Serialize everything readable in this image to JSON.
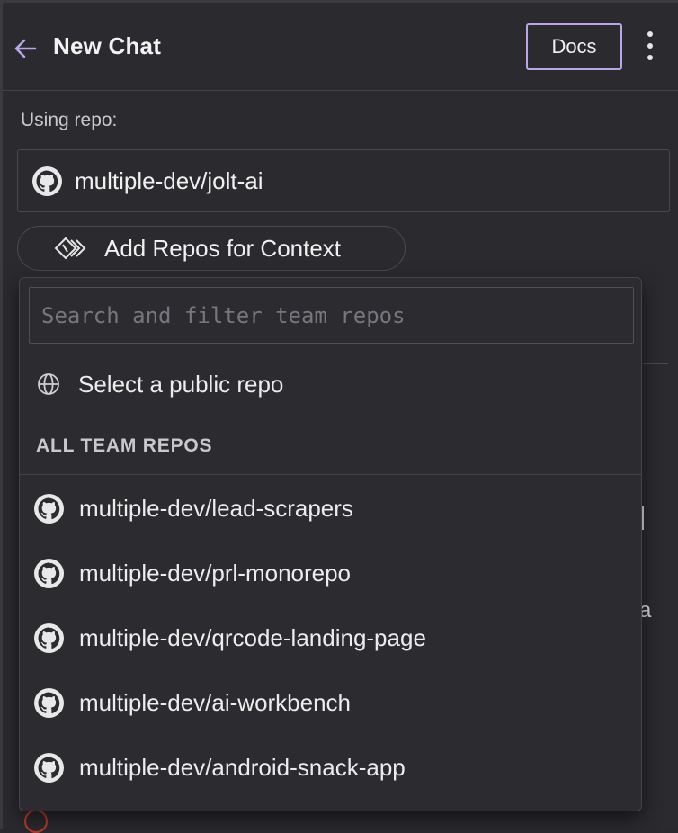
{
  "header": {
    "title": "New Chat",
    "docs_label": "Docs"
  },
  "context": {
    "using_label": "Using repo:",
    "current_repo": "multiple-dev/jolt-ai",
    "add_repos_label": "Add Repos for Context"
  },
  "dropdown": {
    "search_placeholder": "Search and filter team repos",
    "search_value": "",
    "public_repo_label": "Select a public repo",
    "section_title": "ALL TEAM REPOS",
    "repos": [
      "multiple-dev/lead-scrapers",
      "multiple-dev/prl-monorepo",
      "multiple-dev/qrcode-landing-page",
      "multiple-dev/ai-workbench",
      "multiple-dev/android-snack-app"
    ]
  },
  "background": {
    "partial_text": "a"
  },
  "colors": {
    "accent": "#b9a6e8",
    "panel_bg": "#2b2b2f",
    "dropdown_bg": "#2c2c30",
    "border": "#44444a",
    "text": "#ececec"
  },
  "icons": {
    "back": "arrow-left-icon",
    "menu": "kebab-menu-icon",
    "repo": "github-icon",
    "add_context": "add-context-icon",
    "public": "globe-icon"
  }
}
